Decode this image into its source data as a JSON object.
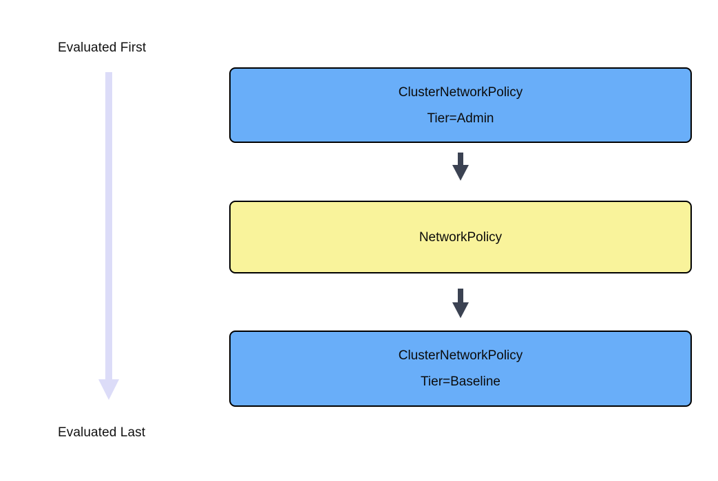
{
  "diagram": {
    "title_hint": "network-policy-evaluation-order",
    "timeline": {
      "start_label": "Evaluated First",
      "end_label": "Evaluated Last"
    },
    "nodes": [
      {
        "title": "ClusterNetworkPolicy",
        "subtitle": "Tier=Admin",
        "fill": "#69aef9"
      },
      {
        "title": "NetworkPolicy",
        "subtitle": "",
        "fill": "#f9f39b"
      },
      {
        "title": "ClusterNetworkPolicy",
        "subtitle": "Tier=Baseline",
        "fill": "#69aef9"
      }
    ],
    "colors": {
      "node_blue": "#69aef9",
      "node_yellow": "#f9f39b",
      "node_border": "#000000",
      "flow_arrow": "#3b4252",
      "timeline_arrow": "#dcdcf8",
      "background": "#ffffff",
      "text": "#111111"
    }
  }
}
